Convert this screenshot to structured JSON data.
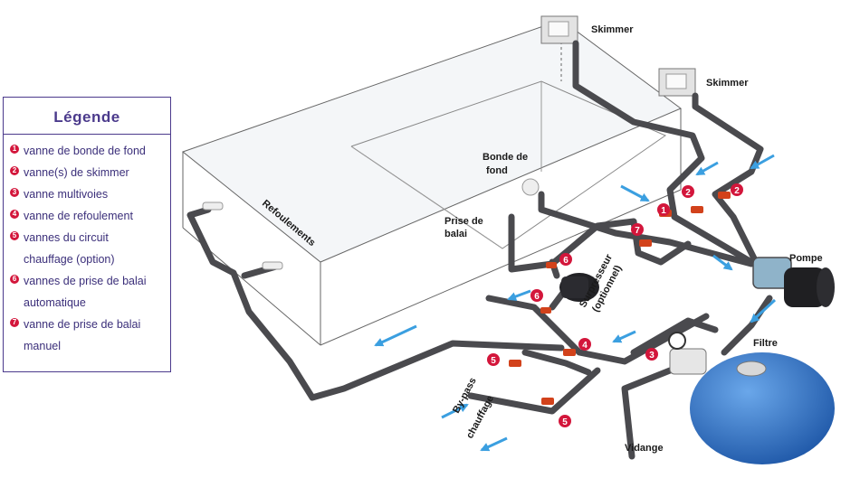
{
  "legend": {
    "title": "Légende",
    "items": [
      {
        "num": "1",
        "lines": [
          "vanne de bonde de fond"
        ]
      },
      {
        "num": "2",
        "lines": [
          "vanne(s) de skimmer"
        ]
      },
      {
        "num": "3",
        "lines": [
          "vanne multivoies"
        ]
      },
      {
        "num": "4",
        "lines": [
          "vanne de refoulement"
        ]
      },
      {
        "num": "5",
        "lines": [
          "vannes du circuit",
          "chauffage (option)"
        ]
      },
      {
        "num": "6",
        "lines": [
          "vannes de prise de balai",
          "automatique"
        ]
      },
      {
        "num": "7",
        "lines": [
          "vanne de prise de balai",
          "manuel"
        ]
      }
    ]
  },
  "labels": {
    "skimmer1": "Skimmer",
    "skimmer2": "Skimmer",
    "pompe": "Pompe",
    "filtre": "Filtre",
    "vidange": "Vidange",
    "bonde_line1": "Bonde de",
    "bonde_line2": "fond",
    "prise_line1": "Prise de",
    "prise_line2": "balai",
    "refoulements": "Refoulements",
    "surpresseur_line1": "Surpresseur",
    "surpresseur_line2": "(optionnel)",
    "bypass_line1": "By-pass",
    "bypass_line2": "chauffage"
  },
  "markers": {
    "m1": "1",
    "m2a": "2",
    "m2b": "2",
    "m3": "3",
    "m4": "4",
    "m5a": "5",
    "m5b": "5",
    "m6a": "6",
    "m6b": "6",
    "m7": "7"
  },
  "colors": {
    "pipe": "#4a4a4e",
    "marker": "#d3163b",
    "valve_handle": "#d2421b",
    "arrow": "#3b9fe0",
    "legend_border": "#4b3a8c",
    "filter_body": "#2f75c9"
  }
}
